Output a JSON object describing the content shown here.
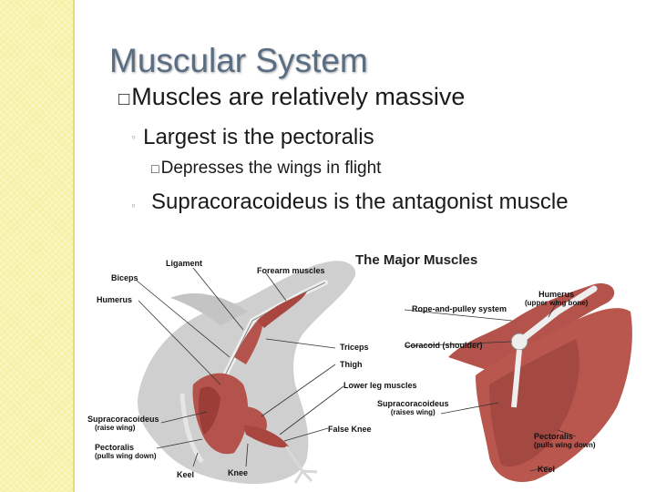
{
  "slide": {
    "title": "Muscular System",
    "bullets": {
      "l1": {
        "marker": "□",
        "text": "Muscles are relatively massive"
      },
      "l2a": {
        "marker": "◦",
        "text": "Largest is the pectoralis"
      },
      "l3": {
        "marker": "□",
        "text": "Depresses the wings in flight"
      },
      "l2b": {
        "marker": "◦",
        "text": "Supracoracoideus is the antagonist muscle"
      }
    }
  },
  "figure": {
    "heading": "The Major Muscles",
    "labels": {
      "ligament": "Ligament",
      "biceps": "Biceps",
      "humerus": "Humerus",
      "forearm_muscles": "Forearm muscles",
      "triceps": "Triceps",
      "thigh": "Thigh",
      "lower_leg_muscles": "Lower leg muscles",
      "false_knee": "False Knee",
      "knee": "Knee",
      "keel": "Keel",
      "supracoracoideus": "Supracoracoideus",
      "supracoracoideus_note": "(raise wing)",
      "pectoralis": "Pectoralis",
      "pectoralis_note": "(pulls wing down)",
      "rope_pulley": "Rope-and-pulley system",
      "coracoid": "Coracoid (shoulder)",
      "supracoracoideus_right": "Supracoracoideus",
      "supracoracoideus_right_note": "(raises wing)",
      "humerus_right": "Humerus",
      "humerus_right_note": "(upper wing bone)",
      "pectoralis_right": "Pectoralis",
      "pectoralis_right_note": "(pulls wing down)",
      "keel_right": "Keel"
    }
  },
  "colors": {
    "strip": "#f7f1a6",
    "title": "#596e83",
    "bullet_marker": "#aaa27a",
    "muscle": "#b4534c",
    "silhouette": "#c9c9c9"
  }
}
